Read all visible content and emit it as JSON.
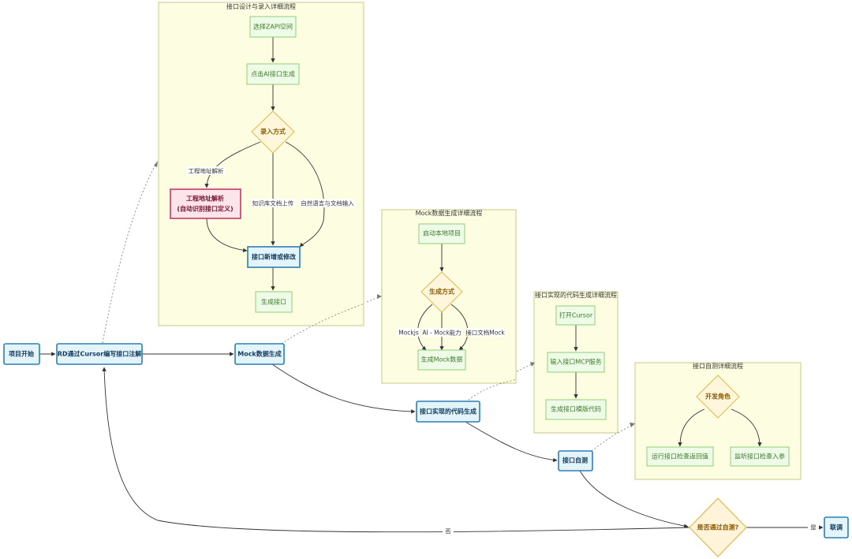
{
  "clusters": {
    "api_design": "接口设计与录入详细流程",
    "mock_gen": "Mock数据生成详细流程",
    "code_gen": "接口实现的代码生成详细流程",
    "self_test": "接口自测详细流程"
  },
  "nodes": {
    "project_start": "项目开始",
    "rd_annotate": "RD通过Cursor编写接口注解",
    "mock_data_gen": "Mock数据生成",
    "code_impl_gen": "接口实现的代码生成",
    "api_self_test": "接口自测",
    "pass_self_test": "是否通过自测?",
    "joint_debug": "联调",
    "select_zapi": "选择ZAPI空间",
    "click_ai_gen": "点击AI接口生成",
    "input_method": "录入方式",
    "project_addr_parse_line1": "工程地址解析",
    "project_addr_parse_line2": "(自动识别接口定义)",
    "api_add_modify": "接口新增或修改",
    "gen_api": "生成接口",
    "start_local": "启动本地项目",
    "gen_method": "生成方式",
    "gen_mock_data": "生成Mock数据",
    "open_cursor": "打开Cursor",
    "input_mcp": "输入接口MCP服务",
    "gen_template": "生成接口模版代码",
    "dev_role": "开发角色",
    "run_check_return": "运行接口检查返回值",
    "listen_check_params": "监听接口检查入参"
  },
  "edge_labels": {
    "project_addr": "工程地址解析",
    "kb_upload": "知识库文档上传",
    "nl_input": "自然语言与文档输入",
    "mockjs": "Mockjs",
    "ai_mock": "AI - Mock能力",
    "doc_mock": "接口文档Mock",
    "no": "否",
    "yes": "是"
  }
}
